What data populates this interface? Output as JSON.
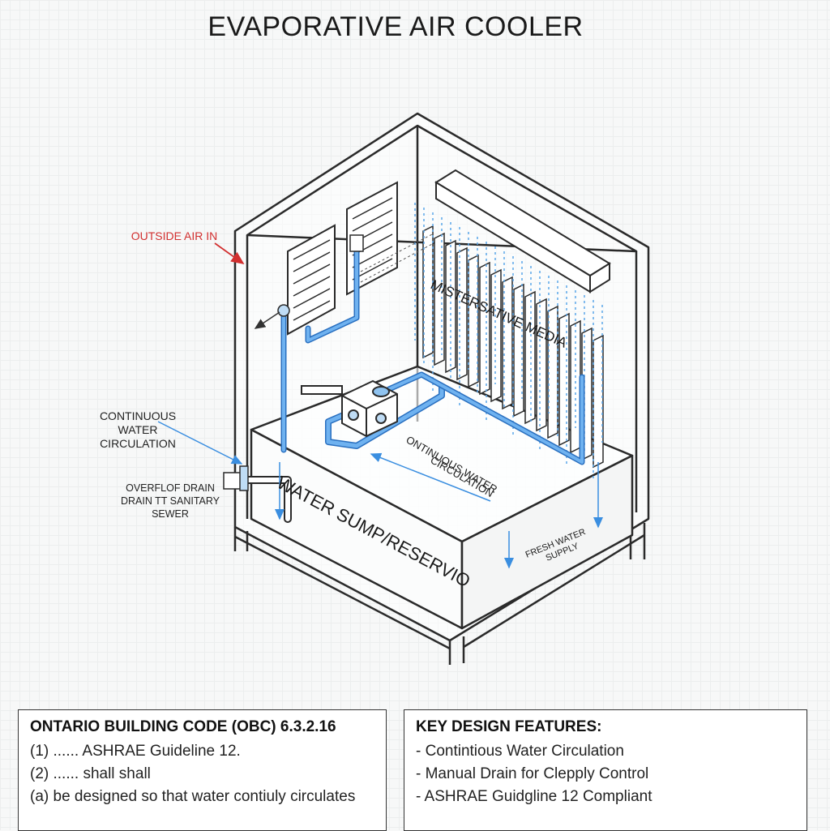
{
  "title": "EVAPORATIVE AIR COOLER",
  "labels": {
    "outside_air_in": "OUTSIDE AIR IN",
    "continuous_water_circulation_left": "CONTINUOUS WATER CIRCULATION",
    "overflow_drain": "OVERFLOF DRAIN DRAIN TT SANITARY SEWER",
    "misted_media": "MISTERSATIVE MEDIA",
    "continuous_water_circulation_inside": "ONTINUOUS WATER CIRCULATION",
    "water_sump": "WATER SUMP/RESERVIO",
    "fresh_water_supply": "FRESH WATER SUPPLY"
  },
  "obc_box": {
    "heading": "ONTARIO BUILDING CODE (OBC) 6.3.2.16",
    "lines": [
      "(1) ...... ASHRAE Guideline 12.",
      "(2) ...... shall shall",
      "(a) be designed so that water contiuly circulates"
    ]
  },
  "features_box": {
    "heading": "KEY DESIGN FEATURES:",
    "items": [
      "- Contintious Water Circulation",
      "- Manual Drain for Clepply Control",
      "- ASHRAE Guidgline 12 Compliant"
    ]
  },
  "colors": {
    "pipe": "#3a8ee0",
    "mist": "#5aa6ea",
    "accent_red": "#d23030",
    "ink": "#2a2a2a"
  }
}
